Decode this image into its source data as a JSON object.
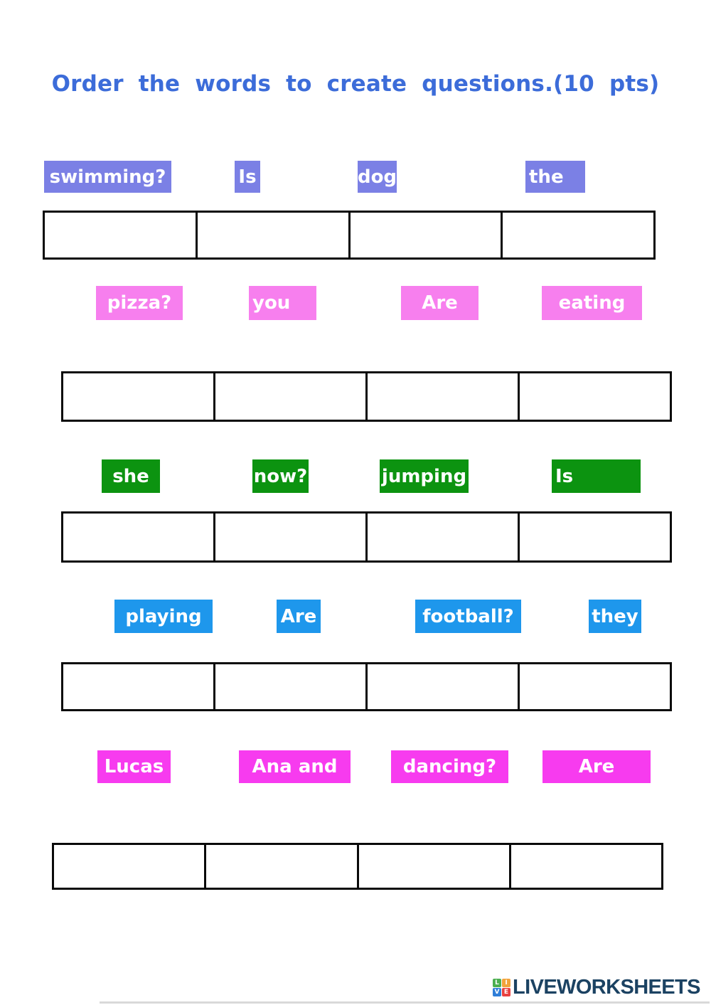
{
  "title": "Order the words to create questions.(10 pts)",
  "title_color": "#3c6cd9",
  "groups": [
    {
      "name": "group-1-periwinkle",
      "color": "#7b80e5",
      "chips": [
        {
          "label": "swimming?"
        },
        {
          "label": "Is"
        },
        {
          "label": "dog"
        },
        {
          "label": "the"
        }
      ]
    },
    {
      "name": "group-2-pink",
      "color": "#f77fee",
      "chips": [
        {
          "label": "pizza?"
        },
        {
          "label": "you"
        },
        {
          "label": "Are"
        },
        {
          "label": "eating"
        }
      ]
    },
    {
      "name": "group-3-green",
      "color": "#0c9310",
      "chips": [
        {
          "label": "she"
        },
        {
          "label": "now?"
        },
        {
          "label": "jumping"
        },
        {
          "label": "Is"
        }
      ]
    },
    {
      "name": "group-4-blue",
      "color": "#1e97ec",
      "chips": [
        {
          "label": "playing"
        },
        {
          "label": "Are"
        },
        {
          "label": "football?"
        },
        {
          "label": "they"
        }
      ]
    },
    {
      "name": "group-5-magenta",
      "color": "#f73bef",
      "chips": [
        {
          "label": "Lucas"
        },
        {
          "label": "Ana and"
        },
        {
          "label": "dancing?"
        },
        {
          "label": "Are"
        }
      ]
    }
  ],
  "answer_tables": {
    "count": 5,
    "cells_per_row": 4,
    "border_color": "#0a0a0a"
  },
  "footer": {
    "brand": "LIVEWORKSHEETS",
    "text_color": "#1b4262",
    "logo_letters": [
      "L",
      "I",
      "V",
      "E"
    ],
    "logo_colors": [
      "#4caf50",
      "#f2a33c",
      "#2f7ed8",
      "#e84040"
    ]
  }
}
